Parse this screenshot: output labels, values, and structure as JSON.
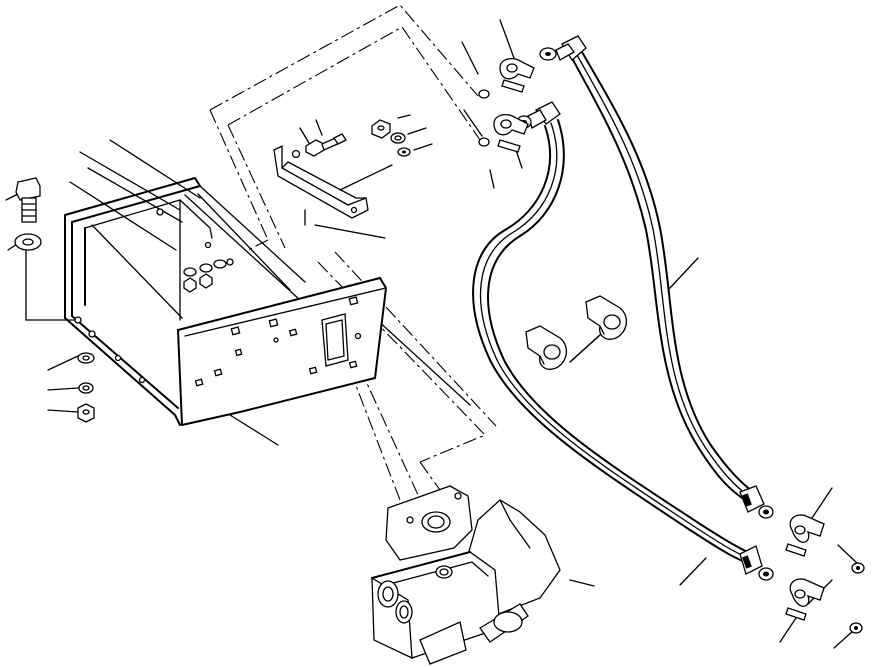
{
  "diagram": {
    "type": "exploded-parts-drawing",
    "parts": [
      "bolt",
      "washer",
      "mounting-bracket",
      "support-plate",
      "hydraulic-valve",
      "hose-upper",
      "hose-lower",
      "hose-clamp",
      "hose-fitting",
      "nut",
      "lock-washer"
    ],
    "colors": {
      "ink": "#000000",
      "paper": "#ffffff"
    }
  }
}
